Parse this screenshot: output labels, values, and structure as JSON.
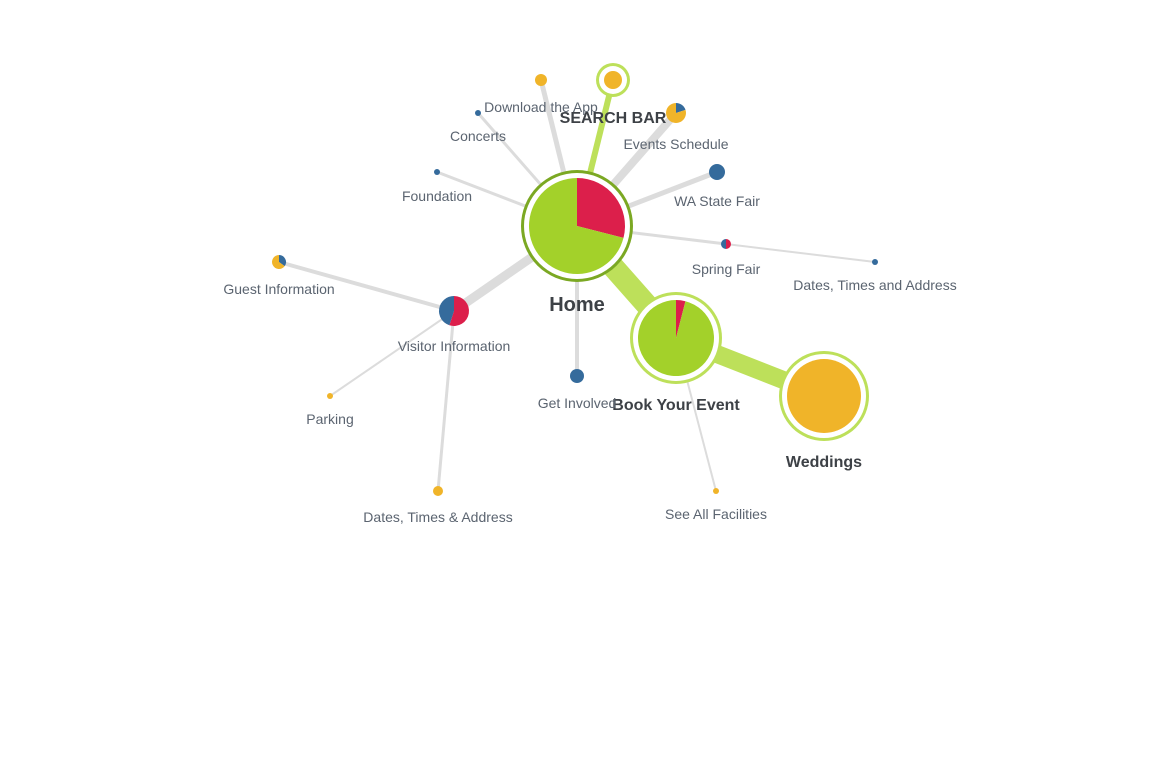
{
  "colors": {
    "green": "#a3d12a",
    "red": "#dc1f4b",
    "blue": "#356b9c",
    "yellow": "#f0b429",
    "link": "#dcdcdc",
    "highlight": "#bde05a",
    "home_ring": "#7ba823"
  },
  "nodes": [
    {
      "id": "home",
      "label": "Home",
      "style": "home",
      "slices": [
        {
          "color": "red",
          "value": 0.29
        },
        {
          "color": "green",
          "value": 0.71
        }
      ]
    },
    {
      "id": "search",
      "label": "SEARCH BAR",
      "style": "highlight",
      "slices": [
        {
          "color": "yellow",
          "value": 1
        }
      ]
    },
    {
      "id": "book",
      "label": "Book Your Event",
      "style": "highlight",
      "slices": [
        {
          "color": "red",
          "value": 0.04
        },
        {
          "color": "green",
          "value": 0.96
        }
      ]
    },
    {
      "id": "weddings",
      "label": "Weddings",
      "style": "highlight",
      "slices": [
        {
          "color": "yellow",
          "value": 1
        }
      ]
    },
    {
      "id": "download",
      "label": "Download the App",
      "style": "plain",
      "slices": [
        {
          "color": "yellow",
          "value": 1
        }
      ]
    },
    {
      "id": "concerts",
      "label": "Concerts",
      "style": "plain",
      "slices": [
        {
          "color": "blue",
          "value": 1
        }
      ]
    },
    {
      "id": "events",
      "label": "Events Schedule",
      "style": "plain",
      "slices": [
        {
          "color": "blue",
          "value": 0.2
        },
        {
          "color": "yellow",
          "value": 0.8
        }
      ]
    },
    {
      "id": "wafair",
      "label": "WA State Fair",
      "style": "plain",
      "slices": [
        {
          "color": "blue",
          "value": 1
        }
      ]
    },
    {
      "id": "foundation",
      "label": "Foundation",
      "style": "plain",
      "slices": [
        {
          "color": "blue",
          "value": 1
        }
      ]
    },
    {
      "id": "springfair",
      "label": "Spring Fair",
      "style": "plain",
      "slices": [
        {
          "color": "red",
          "value": 0.5
        },
        {
          "color": "blue",
          "value": 0.5
        }
      ]
    },
    {
      "id": "dates1",
      "label": "Dates, Times and Address",
      "style": "plain",
      "slices": [
        {
          "color": "blue",
          "value": 1
        }
      ]
    },
    {
      "id": "guest",
      "label": "Guest Information",
      "style": "plain",
      "slices": [
        {
          "color": "blue",
          "value": 0.35
        },
        {
          "color": "yellow",
          "value": 0.65
        }
      ]
    },
    {
      "id": "visitor",
      "label": "Visitor Information",
      "style": "plain",
      "slices": [
        {
          "color": "red",
          "value": 0.55
        },
        {
          "color": "blue",
          "value": 0.45
        }
      ]
    },
    {
      "id": "getinvolved",
      "label": "Get Involved",
      "style": "plain",
      "slices": [
        {
          "color": "blue",
          "value": 1
        }
      ]
    },
    {
      "id": "parking",
      "label": "Parking",
      "style": "plain",
      "slices": [
        {
          "color": "yellow",
          "value": 1
        }
      ]
    },
    {
      "id": "dates2",
      "label": "Dates, Times & Address",
      "style": "plain",
      "slices": [
        {
          "color": "yellow",
          "value": 1
        }
      ]
    },
    {
      "id": "facilities",
      "label": "See All Facilities",
      "style": "plain",
      "slices": [
        {
          "color": "yellow",
          "value": 1
        }
      ]
    }
  ],
  "links": [
    {
      "from": "home",
      "to": "search",
      "highlight": true
    },
    {
      "from": "home",
      "to": "book",
      "highlight": true
    },
    {
      "from": "book",
      "to": "weddings",
      "highlight": true
    },
    {
      "from": "home",
      "to": "download",
      "highlight": false
    },
    {
      "from": "home",
      "to": "concerts",
      "highlight": false
    },
    {
      "from": "home",
      "to": "events",
      "highlight": false
    },
    {
      "from": "home",
      "to": "wafair",
      "highlight": false
    },
    {
      "from": "home",
      "to": "foundation",
      "highlight": false
    },
    {
      "from": "home",
      "to": "springfair",
      "highlight": false
    },
    {
      "from": "springfair",
      "to": "dates1",
      "highlight": false
    },
    {
      "from": "home",
      "to": "visitor",
      "highlight": false
    },
    {
      "from": "visitor",
      "to": "guest",
      "highlight": false
    },
    {
      "from": "visitor",
      "to": "parking",
      "highlight": false
    },
    {
      "from": "visitor",
      "to": "dates2",
      "highlight": false
    },
    {
      "from": "home",
      "to": "getinvolved",
      "highlight": false
    },
    {
      "from": "book",
      "to": "facilities",
      "highlight": false
    }
  ]
}
